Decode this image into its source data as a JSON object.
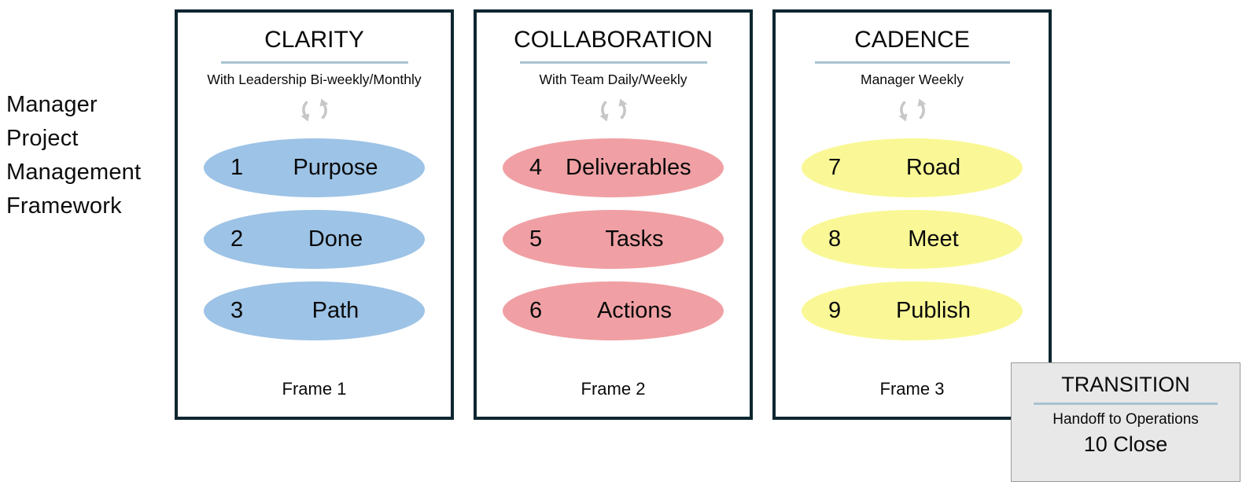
{
  "diagram": {
    "title_lines": [
      "Manager",
      "Project",
      "Management",
      "Framework"
    ],
    "cycle_icon": "refresh-cycle-icon",
    "colors": {
      "frame_border": "#0e2630",
      "heading_rule": "#a9c2d1",
      "frame_1_fill": "#9dc3e6",
      "frame_2_fill": "#f0a0a4",
      "frame_3_fill": "#faf896",
      "transition_fill": "#e8e8e8",
      "transition_border": "#9a9a9a",
      "text": "#0a0a0a"
    },
    "frames": [
      {
        "heading": "CLARITY",
        "subtitle": "With Leadership Bi-weekly/Monthly",
        "footer": "Frame 1",
        "fill": "#9dc3e6",
        "items": [
          {
            "num": "1",
            "label": "Purpose"
          },
          {
            "num": "2",
            "label": "Done"
          },
          {
            "num": "3",
            "label": "Path"
          }
        ]
      },
      {
        "heading": "COLLABORATION",
        "subtitle": "With Team  Daily/Weekly",
        "footer": "Frame 2",
        "fill": "#f0a0a4",
        "items": [
          {
            "num": "4",
            "label": "Deliverables"
          },
          {
            "num": "5",
            "label": "Tasks"
          },
          {
            "num": "6",
            "label": "Actions"
          }
        ]
      },
      {
        "heading": "CADENCE",
        "subtitle": "Manager  Weekly",
        "footer": "Frame 3",
        "fill": "#faf896",
        "items": [
          {
            "num": "7",
            "label": "Road"
          },
          {
            "num": "8",
            "label": "Meet"
          },
          {
            "num": "9",
            "label": "Publish"
          }
        ]
      }
    ],
    "transition": {
      "title": "TRANSITION",
      "subtitle": "Handoff to Operations",
      "item_num": "10",
      "item_label": "Close",
      "item_text": "10  Close"
    }
  }
}
